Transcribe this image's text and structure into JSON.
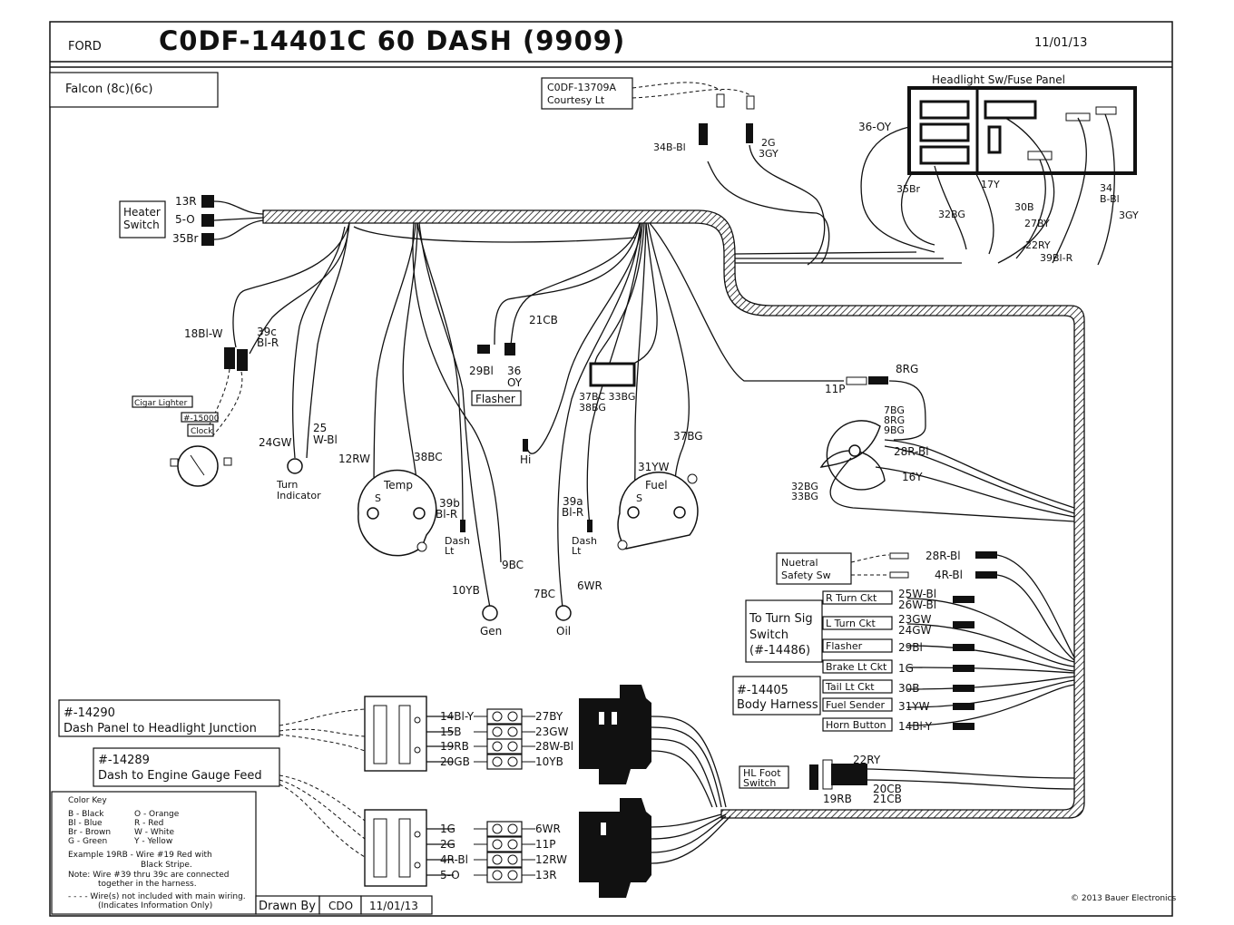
{
  "header": {
    "maker": "FORD",
    "title": "C0DF-14401C  60 DASH  (9909)",
    "date": "11/01/13",
    "model": "Falcon (8c)(6c)"
  },
  "courtesy": {
    "part": "C0DF-13709A",
    "name": "Courtesy Lt"
  },
  "headlight_panel": {
    "title": "Headlight Sw/Fuse Panel"
  },
  "heater_switch": {
    "line1": "Heater",
    "line2": "Switch"
  },
  "wire_labels": {
    "w13r": "13R",
    "w5o": "5-O",
    "w35br_a": "35Br",
    "w34bbl": "34B-Bl",
    "w2g": "2G",
    "w3gy": "3GY",
    "w36oy": "36-OY",
    "w35br": "35Br",
    "w32bg": "32BG",
    "w17y": "17Y",
    "w30b": "30B",
    "w27by": "27BY",
    "w22ry": "22RY",
    "w39blr": "39Bl-R",
    "w34": "34",
    "wbbl": "B-Bl",
    "w3gy2": "3GY",
    "w18blw": "18Bl-W",
    "w39c": "39c",
    "wblr": "Bl-R",
    "w21cb": "21CB",
    "w29bl": "29Bl",
    "w36": "36",
    "woy": "OY",
    "w37bc": "37BC 33BG",
    "w38bg": "38BG",
    "w11p": "11P",
    "w8rg": "8RG",
    "w7bg": "7BG",
    "w8rg2": "8RG",
    "w9bg": "9BG",
    "w28rbl": "28R-Bl",
    "w16y": "16Y",
    "w32bg2": "32BG",
    "w33bg2": "33BG",
    "w24gw": "24GW",
    "w25": "25",
    "wwbl": "W-Bl",
    "w12rw": "12RW",
    "w38bc": "38BC",
    "w39b": "39b",
    "wblr2": "Bl-R",
    "w37bg": "37BG",
    "w31yw": "31YW",
    "w39a": "39a",
    "wblr3": "Bl-R",
    "w9bc": "9BC",
    "w10yb": "10YB",
    "w7bc": "7BC",
    "w6wr": "6WR"
  },
  "components": {
    "cigar": "Cigar Lighter",
    "clock_part": "#-15000",
    "clock": "Clock",
    "turn1": "Turn",
    "turn2": "Indicator",
    "temp": "Temp",
    "fuel": "Fuel",
    "flasher": "Flasher",
    "hi": "Hi",
    "dash_lt1": "Dash",
    "dash_lt2": "Lt",
    "gen": "Gen",
    "oil": "Oil",
    "s": "S"
  },
  "neutral": {
    "line1": "Nuetral",
    "line2": "Safety  Sw",
    "w1": "28R-Bl",
    "w2": "4R-Bl"
  },
  "turn_sig": {
    "line1": "To Turn Sig",
    "line2": "Switch",
    "line3": "(#-14486)",
    "rows": [
      {
        "name": "R Turn Ckt",
        "wire": "25W-Bl",
        "wire2": "26W-Bl"
      },
      {
        "name": "L Turn Ckt",
        "wire": "23GW",
        "wire2": "24GW"
      },
      {
        "name": "Flasher",
        "wire": "29Bl",
        "wire2": ""
      },
      {
        "name": "Brake Lt Ckt",
        "wire": "1G",
        "wire2": ""
      }
    ]
  },
  "body_harness": {
    "line1": "#-14405",
    "line2": "Body Harness",
    "rows": [
      {
        "name": "Tail Lt Ckt",
        "wire": "30B"
      },
      {
        "name": "Fuel Sender",
        "wire": "31YW"
      },
      {
        "name": "Horn Button",
        "wire": "14Bl-Y"
      }
    ]
  },
  "foot_switch": {
    "line1": "HL Foot",
    "line2": "Switch",
    "w1": "22RY",
    "w2": "19RB",
    "w3": "20CB",
    "w4": "21CB"
  },
  "junction": {
    "part": "#-14290",
    "name": "Dash Panel to Headlight Junction",
    "left": [
      "14Bl-Y",
      "15B",
      "19RB",
      "20GB"
    ],
    "right": [
      "27BY",
      "23GW",
      "28W-Bl",
      "10YB"
    ]
  },
  "gauge_feed": {
    "part": "#-14289",
    "name": "Dash to Engine Gauge Feed",
    "left": [
      "1G",
      "2G",
      "4R-Bl",
      "5-O"
    ],
    "right": [
      "6WR",
      "11P",
      "12RW",
      "13R"
    ]
  },
  "color_key": {
    "title": "Color Key",
    "rows": [
      [
        "B  -  Black",
        "O  -  Orange"
      ],
      [
        "Bl  -  Blue",
        "R  -  Red"
      ],
      [
        "Br  -  Brown",
        "W  -  White"
      ],
      [
        "G  -  Green",
        "Y  -  Yellow"
      ]
    ],
    "example1": "Example  19RB  -  Wire #19 Red with",
    "example2": "Black Stripe.",
    "note1": "Note:  Wire #39 thru 39c are connected",
    "note2": "together in the harness.",
    "dash_note1": "- - - -  Wire(s) not included with main wiring.",
    "dash_note2": "(Indicates Information Only)"
  },
  "footer": {
    "drawn_by": "Drawn By",
    "initials": "CDO",
    "date": "11/01/13",
    "copyright": "© 2013 Bauer Electronics"
  }
}
